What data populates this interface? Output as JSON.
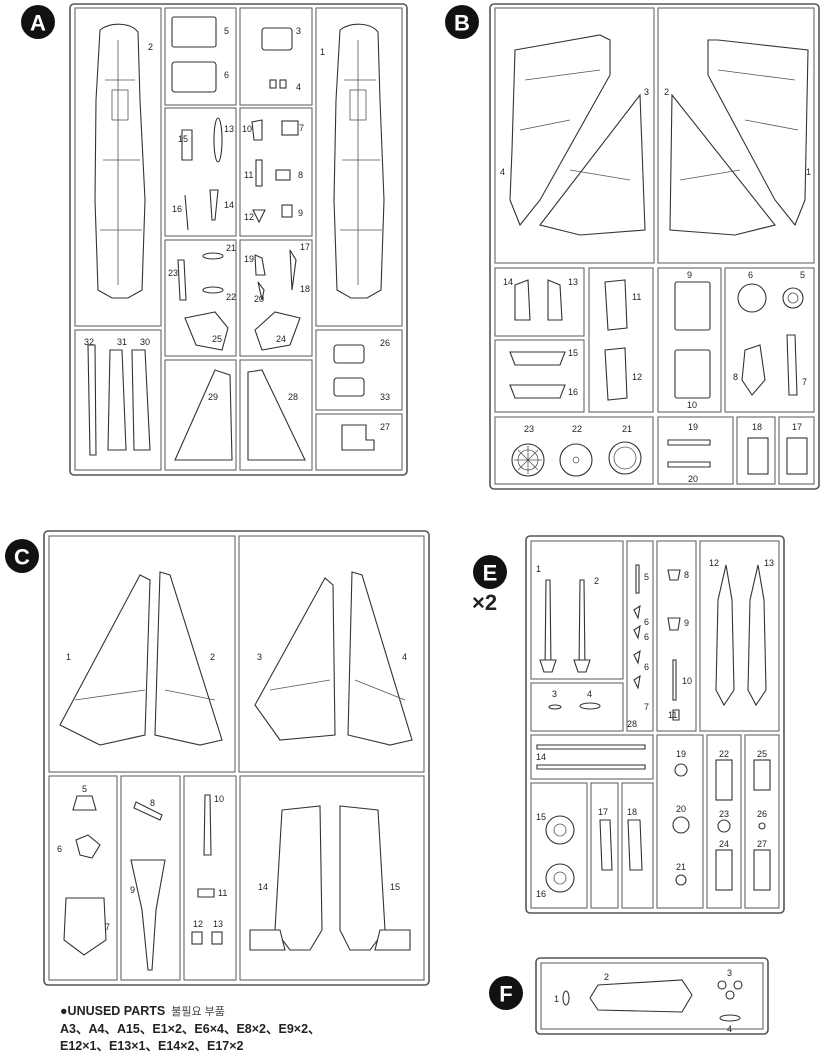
{
  "sprues": {
    "A": {
      "label": "A",
      "parts": [
        "1",
        "2",
        "3",
        "4",
        "5",
        "6",
        "7",
        "8",
        "9",
        "10",
        "11",
        "12",
        "13",
        "14",
        "15",
        "16",
        "17",
        "18",
        "19",
        "20",
        "21",
        "22",
        "23",
        "24",
        "25",
        "26",
        "27",
        "28",
        "29",
        "30",
        "31",
        "32",
        "33"
      ]
    },
    "B": {
      "label": "B",
      "parts": [
        "1",
        "2",
        "3",
        "4",
        "5",
        "6",
        "7",
        "8",
        "9",
        "10",
        "11",
        "12",
        "13",
        "14",
        "15",
        "16",
        "17",
        "18",
        "19",
        "20",
        "21",
        "22",
        "23"
      ]
    },
    "C": {
      "label": "C",
      "parts": [
        "1",
        "2",
        "3",
        "4",
        "5",
        "6",
        "7",
        "8",
        "9",
        "10",
        "11",
        "12",
        "13",
        "14",
        "15"
      ]
    },
    "E": {
      "label": "E",
      "multiplier": "×2",
      "parts": [
        "1",
        "2",
        "3",
        "4",
        "5",
        "6",
        "6",
        "6",
        "7",
        "8",
        "9",
        "10",
        "11",
        "12",
        "13",
        "14",
        "15",
        "16",
        "17",
        "18",
        "19",
        "20",
        "21",
        "22",
        "23",
        "24",
        "25",
        "26",
        "27",
        "28"
      ]
    },
    "F": {
      "label": "F",
      "parts": [
        "1",
        "2",
        "3",
        "4"
      ]
    }
  },
  "unused_parts": {
    "title": "●UNUSED PARTS",
    "title_ko": "불필요 부품",
    "line1": "A3、A4、A15、E1×2、E6×4、E8×2、E9×2、",
    "line2": "E12×1、E13×1、E14×2、E17×2"
  }
}
